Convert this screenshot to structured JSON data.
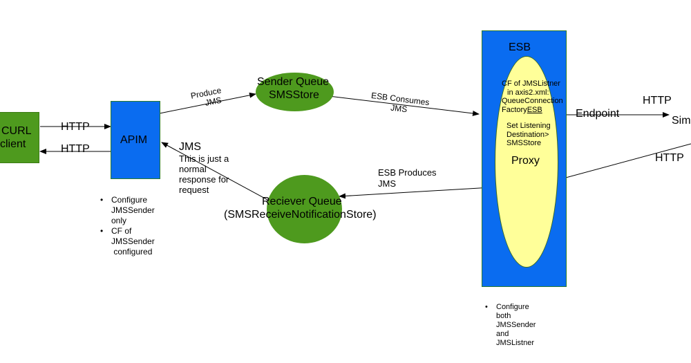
{
  "curl_client": {
    "line1": "CURL",
    "line2": "client"
  },
  "apim": {
    "label": "APIM"
  },
  "esb": {
    "title": "ESB"
  },
  "proxy": {
    "cf_line1": "CF of JMSListner",
    "cf_line2": "in axis2.xml:",
    "cf_line3": "QueueConnection",
    "cf_line4": "Factory",
    "cf_line4_underlined": "ESB",
    "listen_line1": "Set Listening",
    "listen_line2": "Destination>",
    "listen_line3": "SMSStore",
    "label": "Proxy"
  },
  "sender_queue": {
    "line1": "Sender Queue",
    "line2": "SMSStore"
  },
  "receiver_queue": {
    "line1": "Reciever Queue",
    "line2": "(SMSReceiveNotificationStore)"
  },
  "labels": {
    "http_to_apim": "HTTP",
    "http_from_apim": "HTTP",
    "produce_jms_1": "Produce",
    "produce_jms_2": "JMS",
    "esb_consumes_1": "ESB Consumes",
    "esb_consumes_2": "JMS",
    "esb_produces_1": "ESB Produces",
    "esb_produces_2": "JMS",
    "jms_return": "JMS",
    "response_note_1": "This is just a",
    "response_note_2": "normal",
    "response_note_3": "response for",
    "response_note_4": "request",
    "endpoint": "Endpoint",
    "http_out": "HTTP",
    "http_in": "HTTP",
    "sim": "Sim"
  },
  "apim_notes": [
    "Configure\nJMSSender\nonly",
    "CF of\nJMSSender\n configured"
  ],
  "esb_notes": [
    "Configure\nboth\nJMSSender\nand\nJMSListner"
  ]
}
